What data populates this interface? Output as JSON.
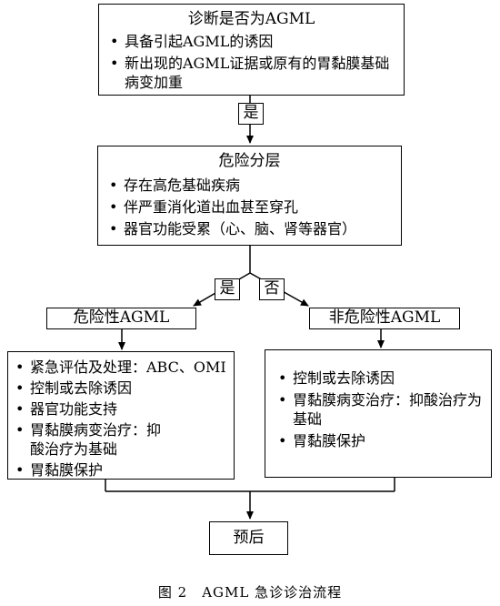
{
  "box_diagnosis": {
    "title": "诊断是否为AGML",
    "items": [
      "具备引起AGML的诱因",
      "新出现的AGML证据或原有的胃黏膜基础病变加重"
    ]
  },
  "label_yes_1": "是",
  "box_risk": {
    "title": "危险分层",
    "items": [
      "存在高危基础疾病",
      "伴严重消化道出血甚至穿孔",
      "器官功能受累（心、脑、肾等器官）"
    ]
  },
  "label_yes_2": "是",
  "label_no": "否",
  "box_high_risk": {
    "title": "危险性AGML"
  },
  "box_low_risk": {
    "title": "非危险性AGML"
  },
  "box_high_actions": {
    "items": [
      "紧急评估及处理：ABC、OMI",
      "控制或去除诱因",
      "器官功能支持",
      "胃黏膜病变治疗：抑酸治疗为基础",
      "胃黏膜保护"
    ]
  },
  "box_low_actions": {
    "items": [
      "控制或去除诱因",
      "胃黏膜病变治疗：抑酸治疗为基础",
      "胃黏膜保护"
    ]
  },
  "box_prognosis": {
    "title": "预后"
  },
  "caption": "图 2　AGML 急诊诊治流程"
}
